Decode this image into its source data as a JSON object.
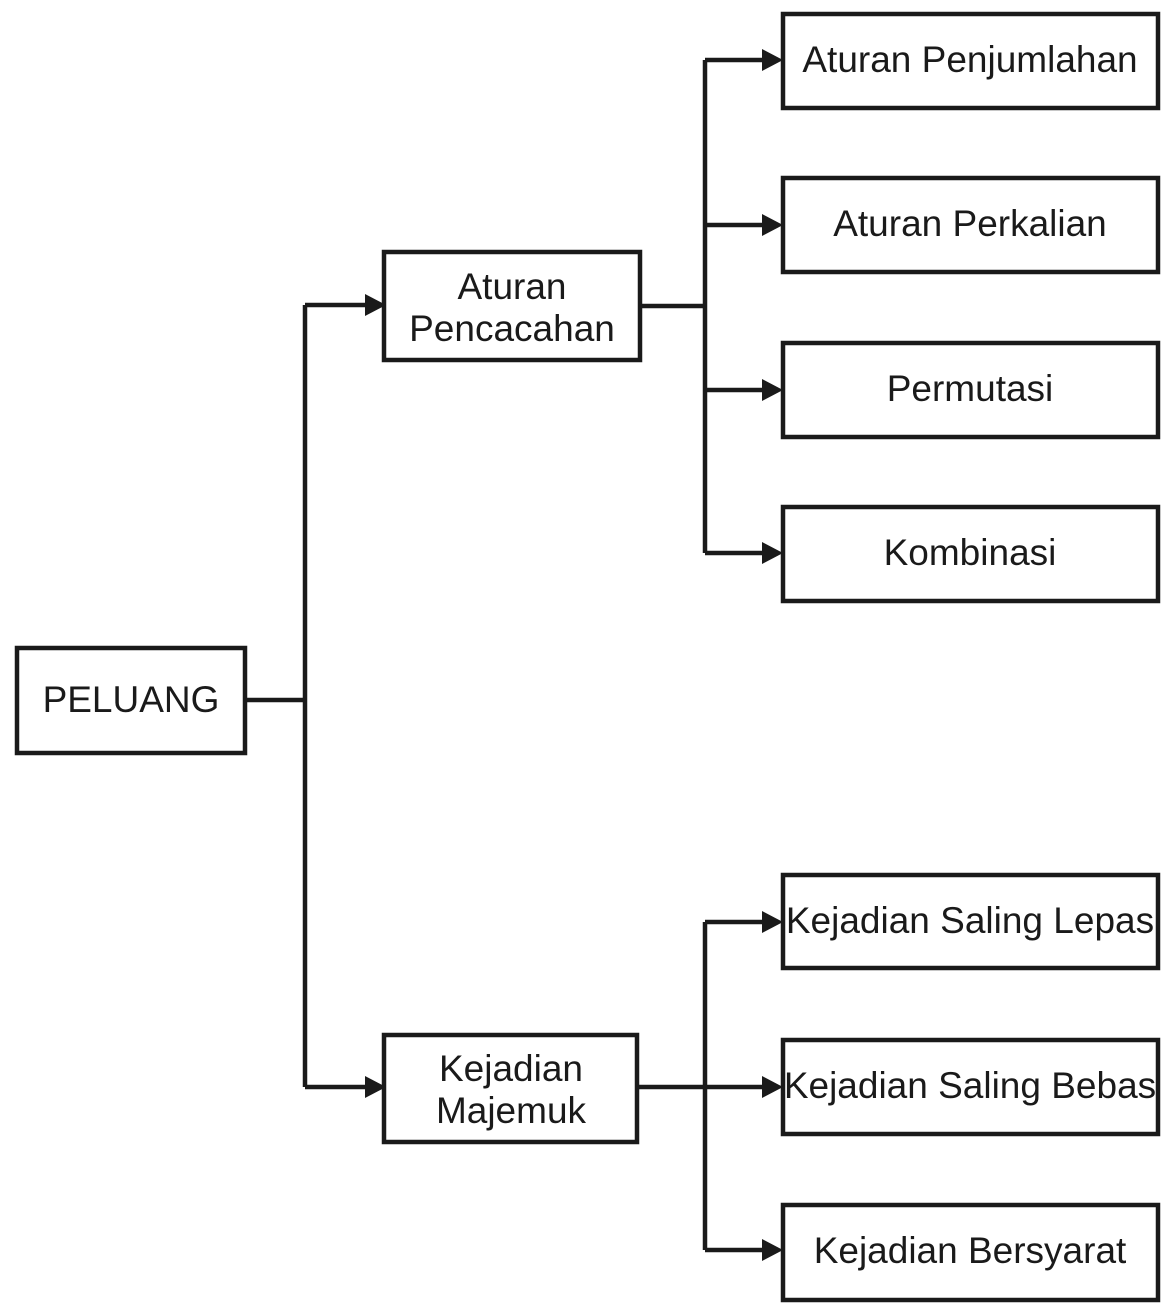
{
  "diagram": {
    "type": "tree-flowchart",
    "orientation": "left-to-right",
    "title_node": "PELUANG",
    "colors": {
      "background": "#ffffff",
      "stroke": "#1a1a1a",
      "box_fill": "#ffffff",
      "text": "#1a1a1a"
    },
    "nodes": {
      "root": {
        "label": "PELUANG"
      },
      "level1": [
        {
          "id": "aturan-pencacahan",
          "line1": "Aturan",
          "line2": "Pencacahan"
        },
        {
          "id": "kejadian-majemuk",
          "line1": "Kejadian",
          "line2": "Majemuk"
        }
      ],
      "branch_pencacahan": [
        {
          "id": "aturan-penjumlahan",
          "label": "Aturan Penjumlahan"
        },
        {
          "id": "aturan-perkalian",
          "label": "Aturan Perkalian"
        },
        {
          "id": "permutasi",
          "label": "Permutasi"
        },
        {
          "id": "kombinasi",
          "label": "Kombinasi"
        }
      ],
      "branch_majemuk": [
        {
          "id": "kejadian-saling-lepas",
          "label": "Kejadian Saling Lepas"
        },
        {
          "id": "kejadian-saling-bebas",
          "label": "Kejadian Saling Bebas"
        },
        {
          "id": "kejadian-bersyarat",
          "label": "Kejadian Bersyarat"
        }
      ]
    }
  }
}
